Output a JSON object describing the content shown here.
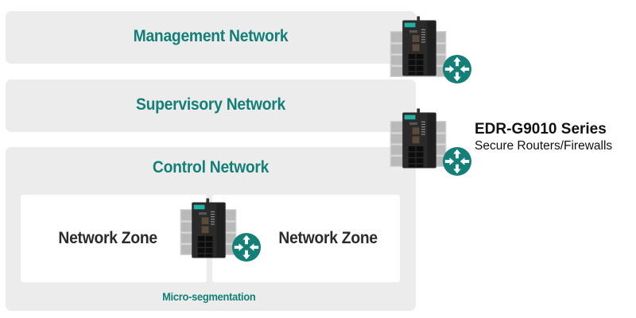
{
  "networks": {
    "management": {
      "label": "Management Network"
    },
    "supervisory": {
      "label": "Supervisory Network"
    },
    "control": {
      "label": "Control Network",
      "zones": [
        {
          "label": "Network Zone"
        },
        {
          "label": "Network Zone"
        }
      ],
      "footer": "Micro-segmentation"
    }
  },
  "product": {
    "name": "EDR-G9010 Series",
    "description": "Secure Routers/Firewalls"
  },
  "icons": {
    "firewall": "brick-wall-icon",
    "device": "industrial-router-device",
    "router": "router-arrows-icon"
  },
  "colors": {
    "accent": "#137f77",
    "panel": "#ececec",
    "brick": "#b9b9b9",
    "device": "#2a2a2a",
    "brand_label": "#1fb3a8"
  }
}
